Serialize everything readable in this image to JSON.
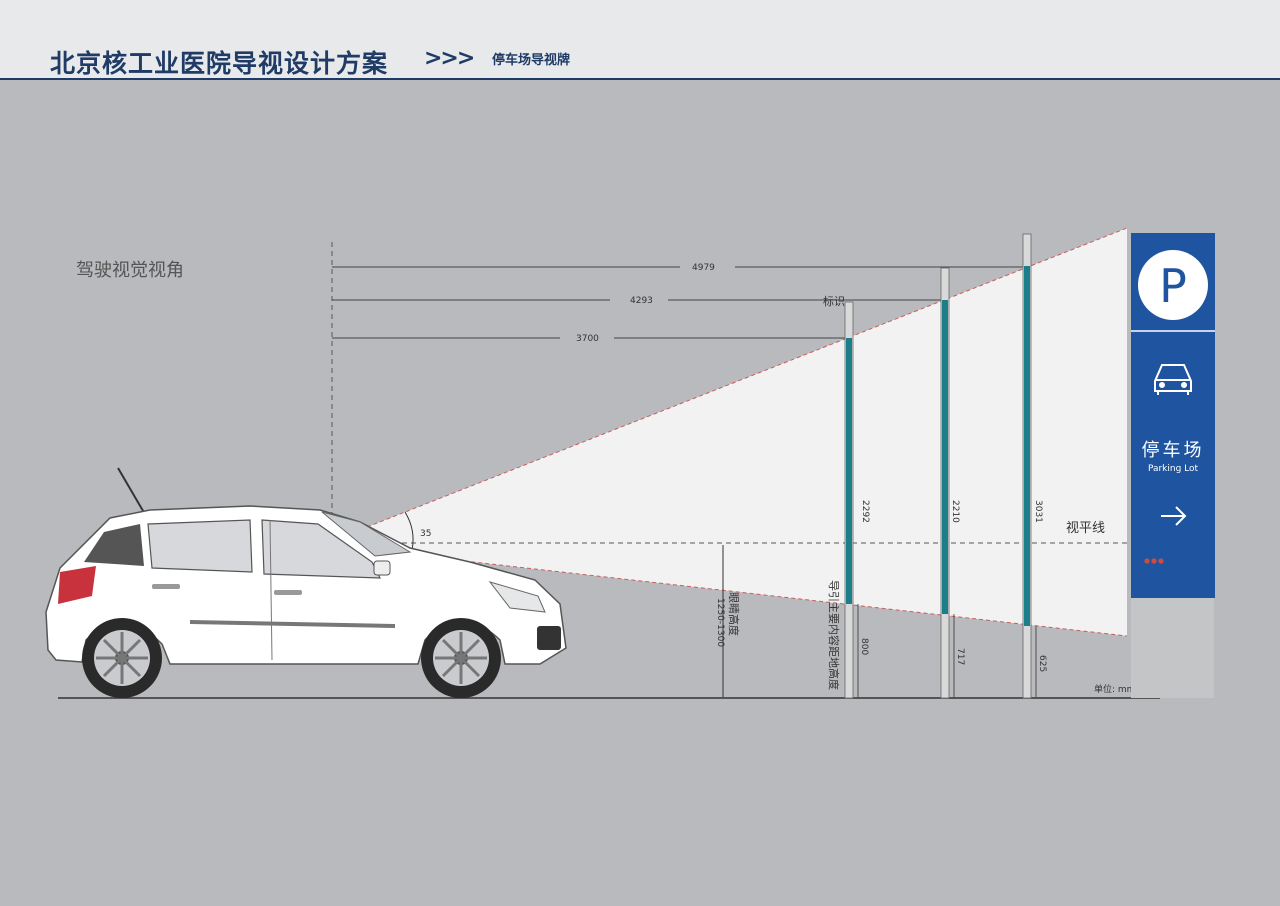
{
  "header": {
    "title": "北京核工业医院导视设计方案",
    "chevrons": ">>>",
    "subtitle": "停车场导视牌"
  },
  "diagram": {
    "section_label": "驾驶视觉视角",
    "view_angle": "35",
    "horizon_label": "视平线",
    "sign_label": "标识",
    "eye_height_label": "眼睛高度",
    "eye_height_value": "1250-1300",
    "content_height_label": "导引主要内容距地高度",
    "unit_label": "单位: mm",
    "distances": [
      "4979",
      "4293",
      "3700"
    ],
    "sign_heights": [
      "2292",
      "2210",
      "3031"
    ],
    "ground_heights": [
      "800",
      "717",
      "625"
    ]
  },
  "sign": {
    "parking_symbol": "P",
    "car_icon": "car-icon",
    "cn_label": "停车场",
    "en_label": "Parking Lot",
    "arrow_icon": "arrow-right-icon"
  },
  "colors": {
    "header_blue": "#1f3b66",
    "sign_blue": "#1f55a0",
    "teal": "#1a7f8a",
    "background": "#b9babd"
  }
}
